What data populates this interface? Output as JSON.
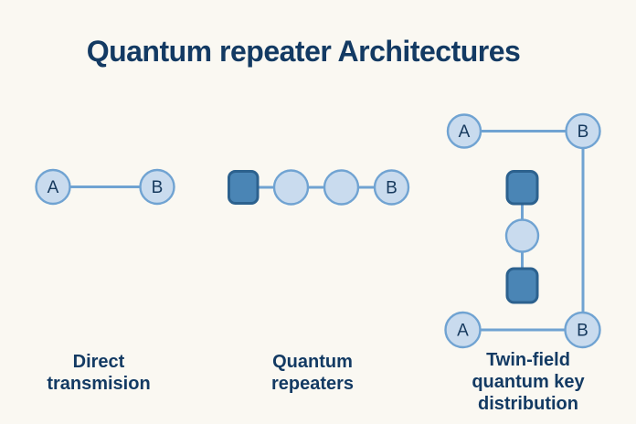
{
  "title": "Quantum repeater Architectures",
  "colors": {
    "background": "#FAF8F2",
    "heading_text": "#133A63",
    "node_label_text": "#16395D",
    "node_fill": "#C9DBEE",
    "node_stroke": "#70A3D2",
    "connector": "#70A3D2",
    "repeater_fill": "#4A85B5",
    "repeater_stroke": "#2C618E"
  },
  "diagrams": {
    "direct": {
      "caption": "Direct\ntransmision",
      "node_a": "A",
      "node_b": "B"
    },
    "repeaters": {
      "caption": "Quantum\nrepeaters",
      "node_b": "B"
    },
    "twin_field": {
      "caption": "Twin-field\nquantum key\ndistribution",
      "top_a": "A",
      "top_b": "B",
      "bottom_a": "A",
      "bottom_b": "B"
    }
  }
}
